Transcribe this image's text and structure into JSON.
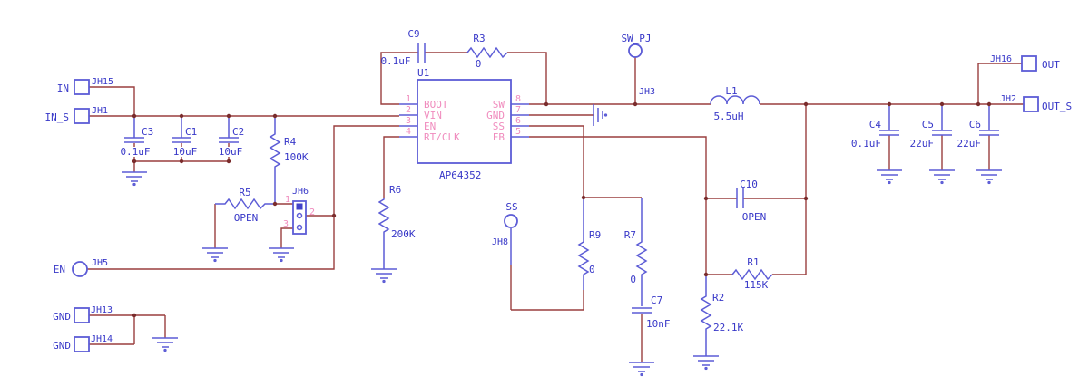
{
  "colors": {
    "background": "#FFFFFF",
    "wire": "#9A3E3E",
    "symbol": "#5C5CD6",
    "label_text": "#3838C8",
    "pin_text": "#F08CBE",
    "junction": "#7A2C2C"
  },
  "ic": {
    "ref": "U1",
    "part": "AP64352",
    "pins": {
      "p1": {
        "num": "1",
        "name": "BOOT"
      },
      "p2": {
        "num": "2",
        "name": "VIN"
      },
      "p3": {
        "num": "3",
        "name": "EN"
      },
      "p4": {
        "num": "4",
        "name": "RT/CLK"
      },
      "p5": {
        "num": "5",
        "name": "FB"
      },
      "p6": {
        "num": "6",
        "name": "SS"
      },
      "p7": {
        "num": "7",
        "name": "GND"
      },
      "p8": {
        "num": "8",
        "name": "SW"
      }
    }
  },
  "ports": {
    "in": {
      "name": "IN",
      "jumper": "JH15"
    },
    "in_s": {
      "name": "IN_S",
      "jumper": "JH1"
    },
    "en": {
      "name": "EN",
      "jumper": "JH5"
    },
    "gnd_a": {
      "name": "GND",
      "jumper": "JH13"
    },
    "gnd_b": {
      "name": "GND",
      "jumper": "JH14"
    },
    "sw_pj": {
      "name": "SW_PJ",
      "jumper": "JH3"
    },
    "ss": {
      "name": "SS",
      "jumper": "JH8"
    },
    "out": {
      "name": "OUT",
      "jumper": "JH16"
    },
    "out_s": {
      "name": "OUT_S",
      "jumper": "JH2"
    }
  },
  "jumper_header": {
    "label": "JH6",
    "pin1": "1",
    "pin2": "2",
    "pin3": "3"
  },
  "components": {
    "C1": {
      "ref": "C1",
      "value": "10uF"
    },
    "C2": {
      "ref": "C2",
      "value": "10uF"
    },
    "C3": {
      "ref": "C3",
      "value": "0.1uF"
    },
    "C4": {
      "ref": "C4",
      "value": "0.1uF"
    },
    "C5": {
      "ref": "C5",
      "value": "22uF"
    },
    "C6": {
      "ref": "C6",
      "value": "22uF"
    },
    "C7": {
      "ref": "C7",
      "value": "10nF"
    },
    "C9": {
      "ref": "C9",
      "value": "0.1uF"
    },
    "C10": {
      "ref": "C10",
      "value": "OPEN"
    },
    "R1": {
      "ref": "R1",
      "value": "115K"
    },
    "R2": {
      "ref": "R2",
      "value": "22.1K"
    },
    "R3": {
      "ref": "R3",
      "value": "0"
    },
    "R4": {
      "ref": "R4",
      "value": "100K"
    },
    "R5": {
      "ref": "R5",
      "value": "OPEN"
    },
    "R6": {
      "ref": "R6",
      "value": "200K"
    },
    "R7": {
      "ref": "R7",
      "value": "0"
    },
    "R9": {
      "ref": "R9",
      "value": "0"
    },
    "L1": {
      "ref": "L1",
      "value": "5.5uH"
    }
  }
}
